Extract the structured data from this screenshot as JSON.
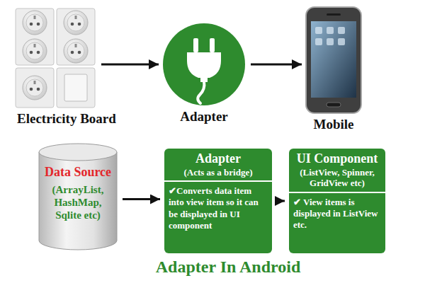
{
  "diagram": {
    "caption": "Adapter In Android",
    "nodes": [
      {
        "text": [
          "Electricity Board"
        ]
      },
      {
        "text": [
          "Adapter"
        ]
      },
      {
        "text": [
          "Mobile"
        ]
      },
      {
        "text": [
          "Data Source",
          "(ArrayList, HashMap, Sqlite etc)"
        ]
      },
      {
        "text": [
          "Adapter",
          "(Acts as a bridge)",
          "✔Converts data item into view item so it can be displayed in UI component"
        ]
      },
      {
        "text": [
          "UI Component",
          "(ListView, Spinner, GridView etc)",
          "✔ View items is displayed in ListView etc."
        ]
      }
    ],
    "edges": [
      {
        "from": 0,
        "to": 1,
        "arrow": "to"
      },
      {
        "from": 1,
        "to": 2,
        "arrow": "to"
      },
      {
        "from": 3,
        "to": 4,
        "arrow": "to"
      },
      {
        "from": 4,
        "to": 5,
        "arrow": "to"
      }
    ]
  }
}
